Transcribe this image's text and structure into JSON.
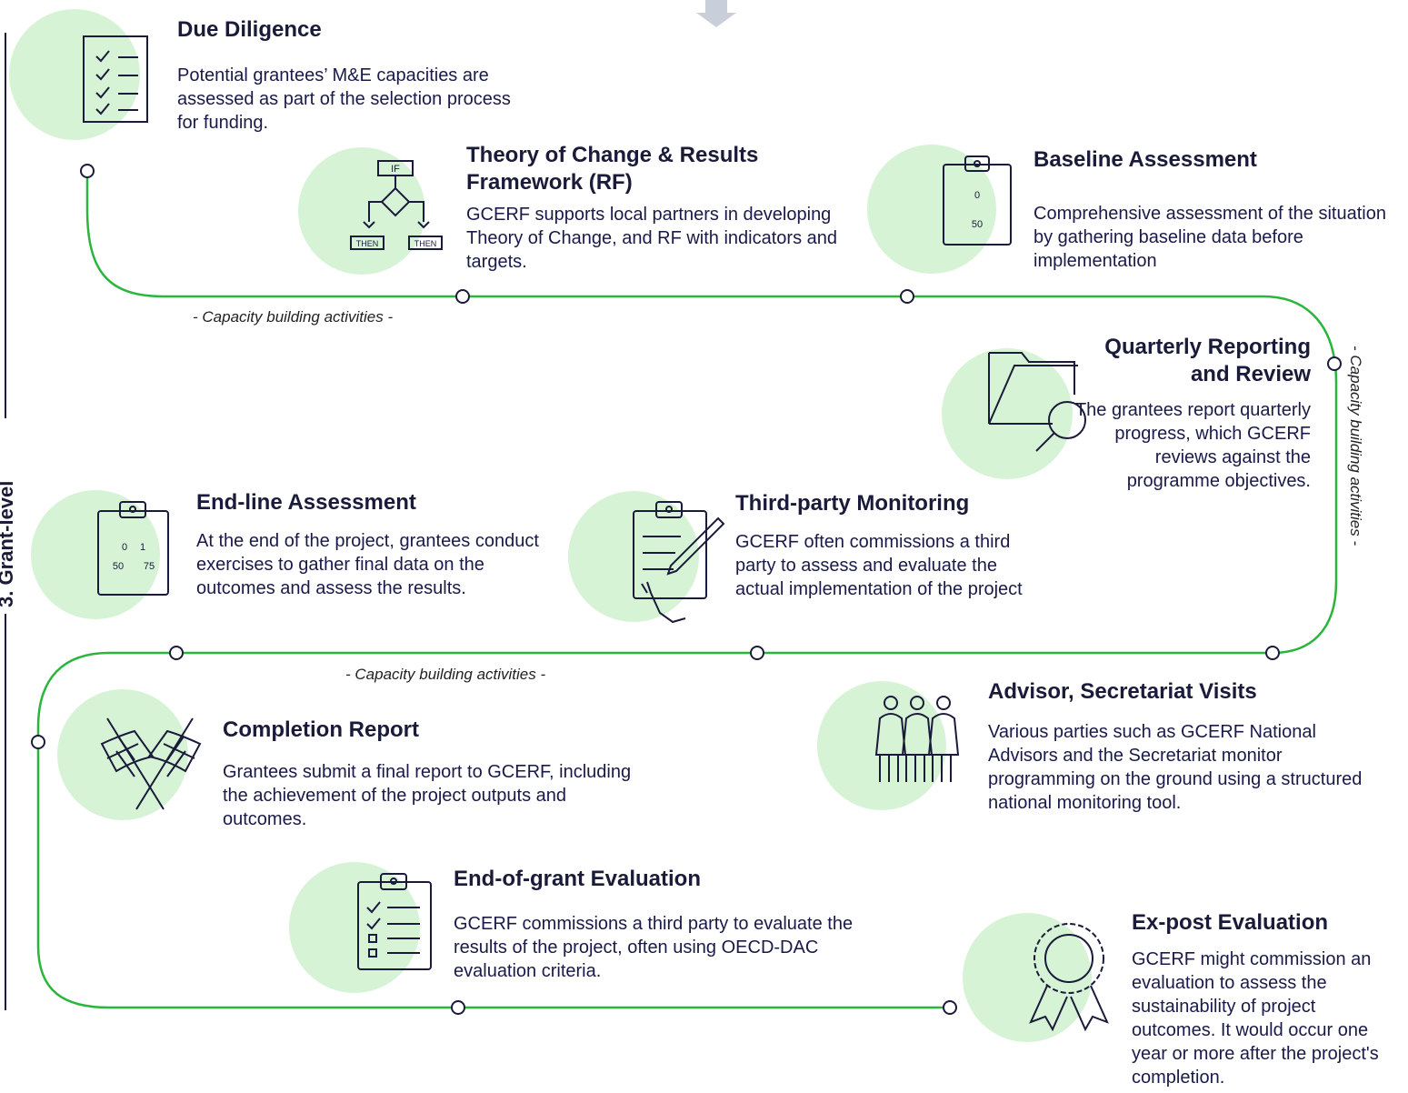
{
  "side_label": "3. Grant-level",
  "capacity_label": "- Capacity building activities -",
  "colors": {
    "path": "#2ab53c",
    "circle_fill": "#d6f3d6",
    "text": "#1a1a3a",
    "arrow": "#c9cfda"
  },
  "icons": {
    "theory": {
      "if": "IF",
      "then": "THEN"
    },
    "baseline": {
      "v1": "0",
      "v2": "50"
    },
    "endline": {
      "v1": "0",
      "v2": "1",
      "v3": "50",
      "v4": "75"
    }
  },
  "steps": {
    "due_diligence": {
      "title": "Due Diligence",
      "desc": "Potential grantees’ M&E capacities are assessed as part of the selection process for funding."
    },
    "theory": {
      "title": "Theory of Change & Results Framework (RF)",
      "desc": "GCERF supports local partners in developing Theory of Change, and RF with indicators and targets."
    },
    "baseline": {
      "title": "Baseline Assessment",
      "desc": "Comprehensive assessment of the situation by gathering baseline data before implementation"
    },
    "quarterly": {
      "title": "Quarterly Reporting and Review",
      "desc": "The grantees report quarterly progress, which GCERF reviews against the programme objectives."
    },
    "endline": {
      "title": "End-line Assessment",
      "desc": "At the end of the project, grantees conduct exercises to gather final data on the outcomes and assess the results."
    },
    "third_party": {
      "title": "Third-party Monitoring",
      "desc": "GCERF often commissions a third party to assess and evaluate the actual implementation of the project"
    },
    "advisor": {
      "title": "Advisor, Secretariat Visits",
      "desc": "Various parties such as GCERF National Advisors and the Secretariat monitor programming on the ground using a structured national monitoring tool."
    },
    "completion": {
      "title": "Completion Report",
      "desc": "Grantees submit a final report to GCERF, including the achievement of the project outputs and outcomes."
    },
    "end_of_grant": {
      "title": "End-of-grant Evaluation",
      "desc": "GCERF commissions a third party to evaluate the results of the project, often using OECD-DAC evaluation criteria."
    },
    "ex_post": {
      "title": "Ex-post Evaluation",
      "desc": "GCERF might commission an evaluation to assess the sustainability of project outcomes. It would occur one year or more after the project's completion."
    }
  }
}
